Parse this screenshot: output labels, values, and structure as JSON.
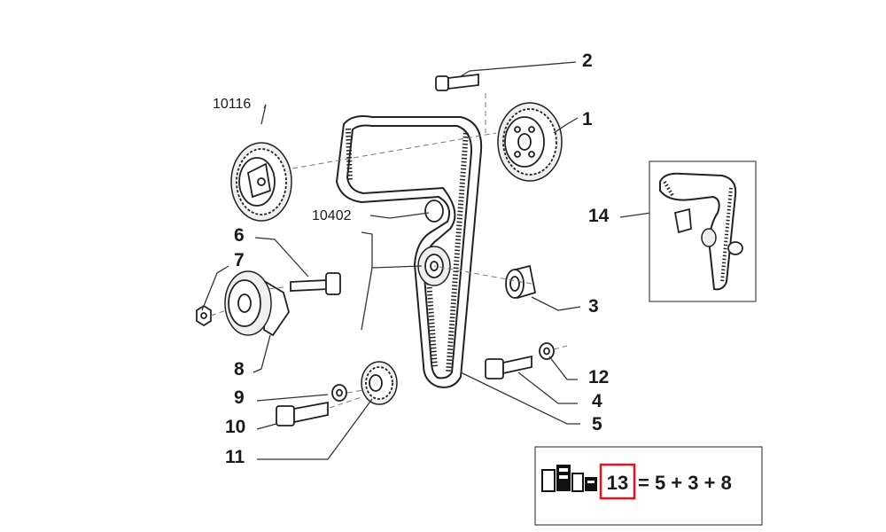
{
  "labels": {
    "p1": "1",
    "p2": "2",
    "p3": "3",
    "p4": "4",
    "p5": "5",
    "p6": "6",
    "p7": "7",
    "p8": "8",
    "p9": "9",
    "p10": "10",
    "p11": "11",
    "p12": "12",
    "p14": "14",
    "p10116": "10116",
    "p10402": "10402"
  },
  "kit": {
    "number": "13",
    "formula": "= 5 + 3 + 8",
    "highlight_color": "#e0141e"
  },
  "icons": [
    "kit-boxes-icon"
  ]
}
